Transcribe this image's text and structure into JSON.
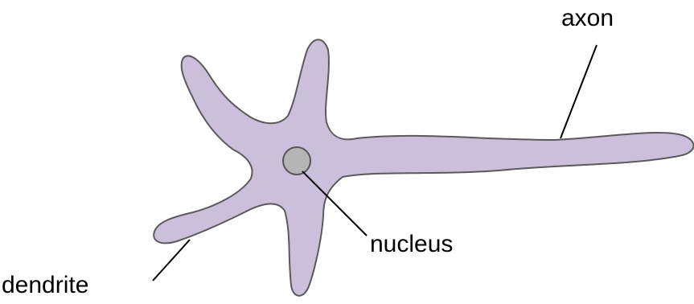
{
  "labels": {
    "axon": "axon",
    "nucleus": "nucleus",
    "dendrite": "dendrite"
  },
  "colors": {
    "cell_fill": "#cbbfdc",
    "cell_outline": "#5a5a5a",
    "nucleus_fill": "#b5b5b5",
    "nucleus_outline": "#555555",
    "leader_line": "#000000",
    "background": "#ffffff"
  }
}
